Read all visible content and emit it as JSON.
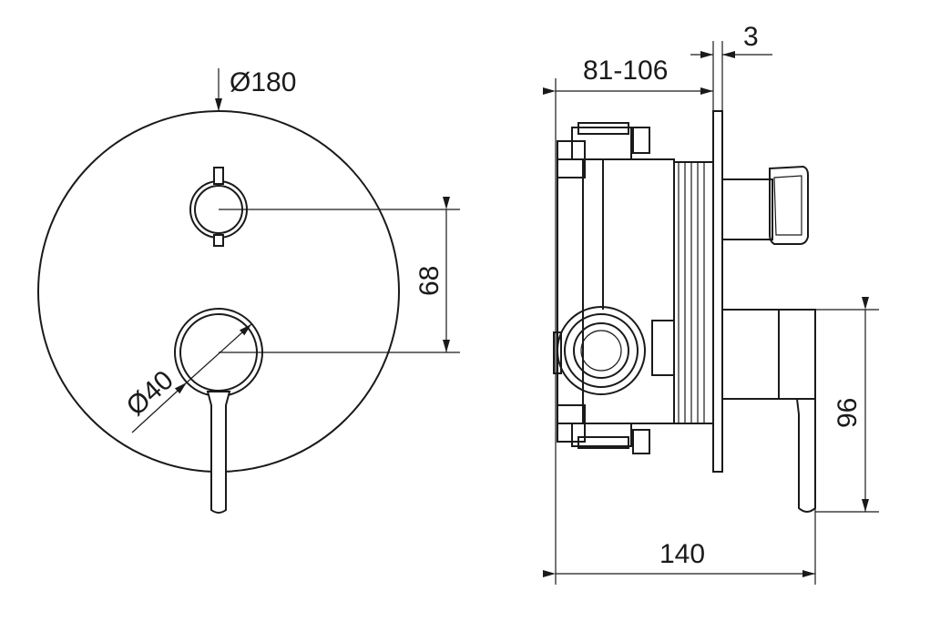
{
  "drawing": {
    "front_view": {
      "diameter_plate": "Ø180",
      "knob_spacing": "68",
      "diameter_knob": "Ø40"
    },
    "side_view": {
      "wall_depth": "81-106",
      "plate_thickness": "3",
      "handle_height": "96",
      "total_depth": "140"
    },
    "color": "#1a1a1a"
  }
}
